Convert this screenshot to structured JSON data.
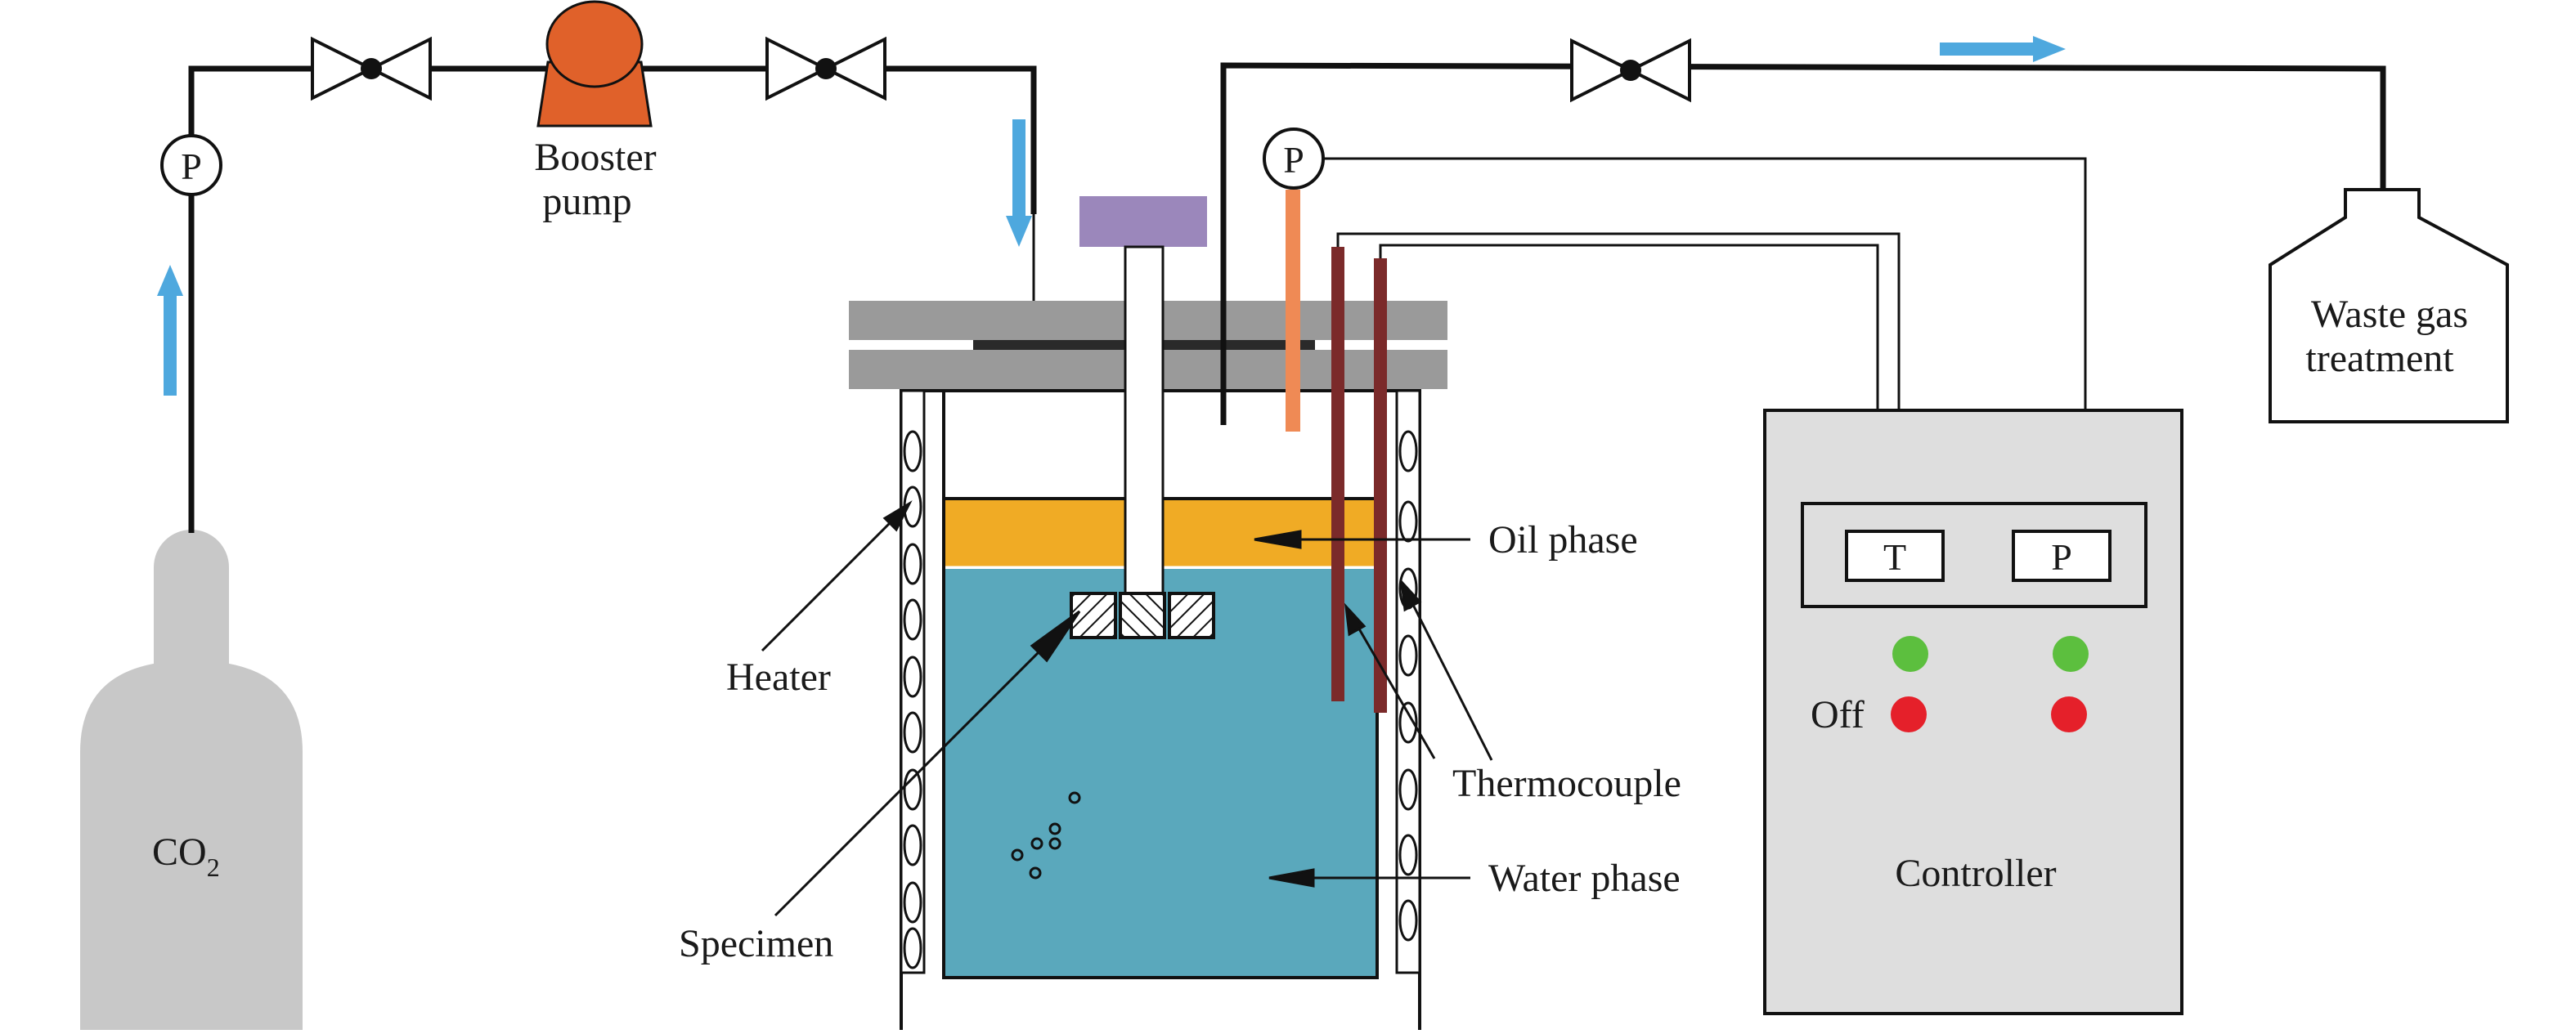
{
  "labels": {
    "co2_main": "CO",
    "co2_sub": "2",
    "pressure_gauge": "P",
    "booster_pump_line1": "Booster",
    "booster_pump_line2": "pump",
    "heater": "Heater",
    "specimen": "Specimen",
    "oil_phase": "Oil phase",
    "water_phase": "Water phase",
    "thermocouple": "Thermocouple",
    "waste_gas_line1": "Waste gas",
    "waste_gas_line2": "treatment",
    "controller": "Controller",
    "display_t": "T",
    "display_p": "P",
    "off": "Off"
  },
  "colors": {
    "pipe": "#111111",
    "flow_arrow": "#4ea8de",
    "cylinder": "#c8c8c8",
    "pump": "#e0612a",
    "lid": "#9a9a9a",
    "motor": "#9b87bb",
    "oil": "#f0ab25",
    "water": "#5aa8bc",
    "pressure_probe": "#ef8a55",
    "thermocouple": "#7b2a2a",
    "controller_body": "#dedede",
    "indicator_on": "#5cbf3e",
    "indicator_off": "#e5202a"
  }
}
